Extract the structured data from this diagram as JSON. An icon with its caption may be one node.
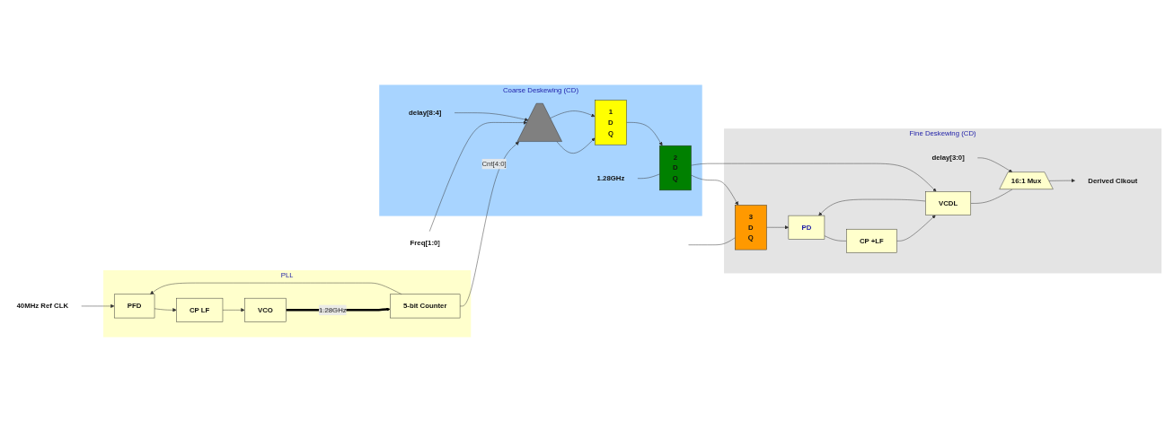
{
  "diagram": {
    "nodes": [
      {
        "text": [
          "40MHz Ref CLK"
        ]
      },
      {
        "text": [
          "PLL"
        ]
      },
      {
        "text": [
          "PFD"
        ],
        "in": 1
      },
      {
        "text": [
          "CP LF"
        ],
        "in": 1
      },
      {
        "text": [
          "VCO"
        ],
        "in": 1
      },
      {
        "text": [
          "5-bit Counter"
        ],
        "in": 1
      },
      {
        "text": [
          "Freq[1:0]"
        ]
      },
      {
        "text": [
          "delay[8:4]"
        ],
        "in": 8
      },
      {
        "text": [
          "Coarse Deskewing (CD)"
        ]
      },
      {
        "text": [],
        "shape": "trapezoid",
        "in": 8
      },
      {
        "text": [
          "1",
          "D",
          "Q"
        ],
        "in": 8
      },
      {
        "text": [
          "2",
          "D",
          "Q"
        ],
        "in": 8
      },
      {
        "text": [
          "1.28GHz"
        ],
        "in": 8
      },
      {
        "text": [
          "Derived Clkout"
        ],
        "in": 15
      },
      {
        "text": [
          "delay[3:0]"
        ],
        "in": 15
      },
      {
        "text": [
          "Fine Deskewing (CD)"
        ]
      },
      {
        "text": [
          "16:1 Mux"
        ],
        "in": 15
      },
      {
        "text": [
          "VCDL"
        ],
        "in": 15
      },
      {
        "text": [
          "3",
          "D",
          "Q"
        ],
        "in": 15
      },
      {
        "text": [
          "PD"
        ],
        "in": 15
      },
      {
        "text": [
          "CP +LF"
        ],
        "in": 15
      }
    ],
    "edges": [
      {
        "from": 0,
        "to": 2,
        "arrow": "to"
      },
      {
        "from": 5,
        "to": 2,
        "arrow": "to"
      },
      {
        "from": 2,
        "to": 3,
        "arrow": "to"
      },
      {
        "from": 3,
        "to": 4,
        "arrow": "to"
      },
      {
        "from": 4,
        "to": 5,
        "arrow": "to",
        "label": "1.28GHz",
        "style": "thick"
      },
      {
        "from": 6,
        "to": 9,
        "arrow": "to"
      },
      {
        "from": 5,
        "to": 9,
        "arrow": "to",
        "label": "Cnt[4:0]"
      },
      {
        "from": 7,
        "to": 9,
        "arrow": "to"
      },
      {
        "from": 9,
        "to": 10,
        "arrow": "to"
      },
      {
        "from": 9,
        "to": 10,
        "arrow": "to"
      },
      {
        "from": 10,
        "to": 11,
        "arrow": "to"
      },
      {
        "from": 12,
        "to": 11,
        "arrow": "none"
      },
      {
        "from": 11,
        "to": 18,
        "arrow": "to"
      },
      {
        "from": 11,
        "to": 17,
        "arrow": "to"
      },
      {
        "from": 18,
        "to": 19,
        "arrow": "to"
      },
      {
        "from": 17,
        "to": 19,
        "arrow": "to"
      },
      {
        "from": 19,
        "to": 20,
        "arrow": "none"
      },
      {
        "from": 20,
        "to": 17,
        "arrow": "to"
      },
      {
        "from": 17,
        "to": 16,
        "arrow": "none"
      },
      {
        "from": 16,
        "to": 13,
        "arrow": "to"
      },
      {
        "from": 14,
        "to": 16,
        "arrow": "to"
      },
      {
        "from": null,
        "to": 18,
        "arrow": "none"
      }
    ]
  }
}
